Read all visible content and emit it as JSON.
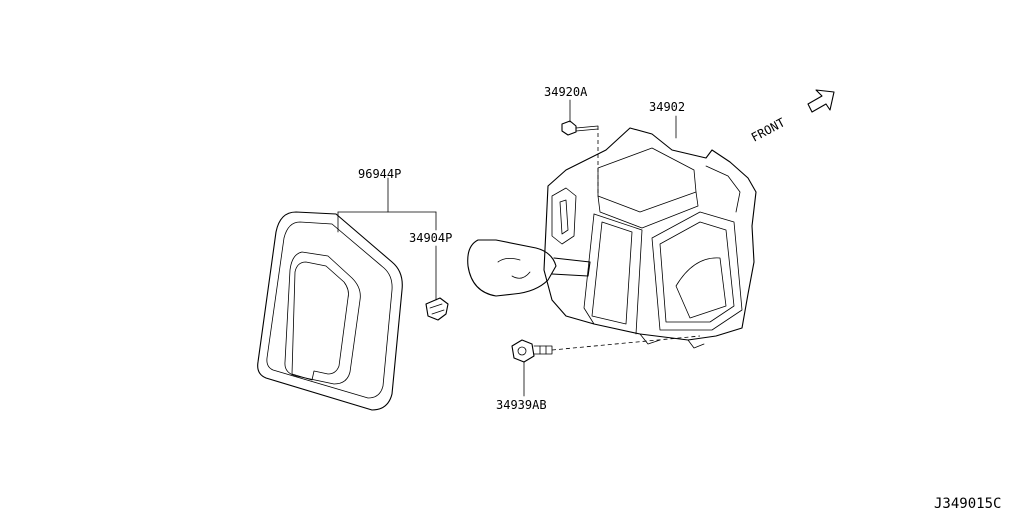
{
  "diagram": {
    "reference_code": "J349015C",
    "front_label": "FRONT",
    "parts": {
      "bolt_top": "34920A",
      "shifter_assembly": "34902",
      "bezel": "96944P",
      "clip": "34904P",
      "bolt_bottom": "34939AB"
    }
  }
}
